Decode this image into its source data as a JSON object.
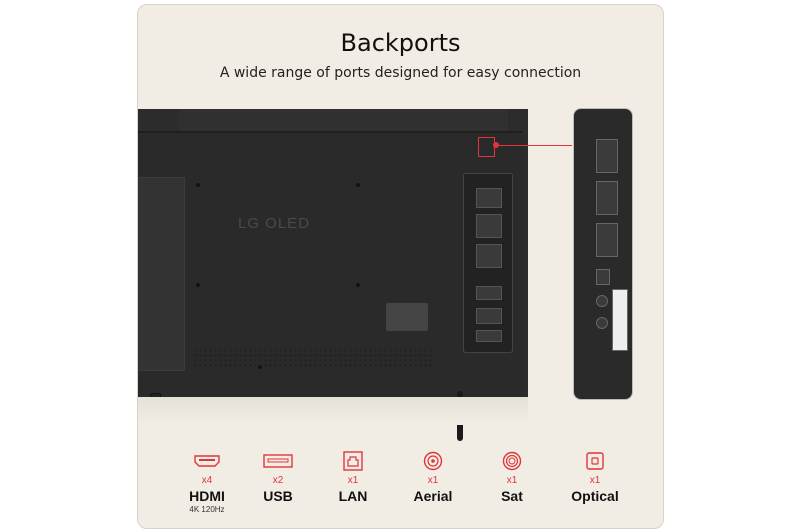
{
  "header": {
    "title": "Backports",
    "subtitle": "A wide range of ports designed for easy connection"
  },
  "tv": {
    "logo_text": "LG OLED"
  },
  "ports": [
    {
      "icon": "hdmi-icon",
      "count": "x4",
      "name": "HDMI",
      "sub": "4K 120Hz"
    },
    {
      "icon": "usb-icon",
      "count": "x2",
      "name": "USB",
      "sub": ""
    },
    {
      "icon": "lan-icon",
      "count": "x1",
      "name": "LAN",
      "sub": ""
    },
    {
      "icon": "aerial-icon",
      "count": "x1",
      "name": "Aerial",
      "sub": ""
    },
    {
      "icon": "sat-icon",
      "count": "x1",
      "name": "Sat",
      "sub": ""
    },
    {
      "icon": "optical-icon",
      "count": "x1",
      "name": "Optical",
      "sub": ""
    }
  ],
  "colors": {
    "accent": "#e0353b",
    "card_background": "#f2ede4",
    "tv_body": "#2c2c2c"
  }
}
